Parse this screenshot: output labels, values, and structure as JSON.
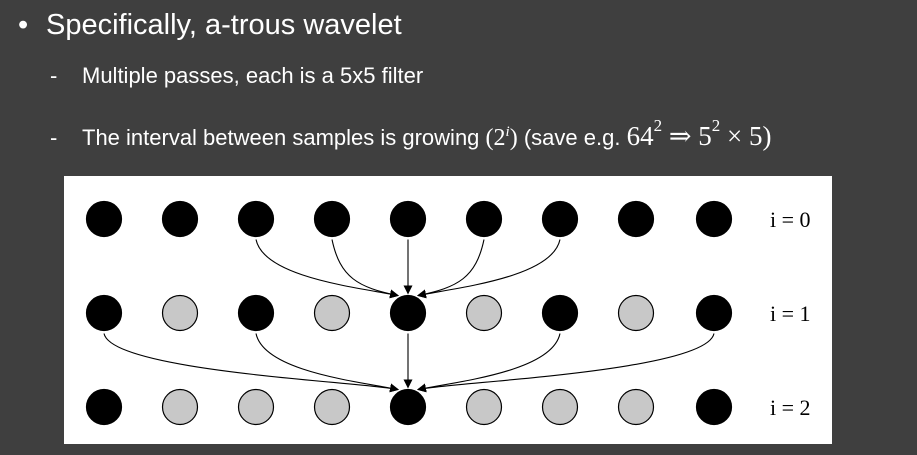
{
  "bullets": {
    "main": "Specifically, a-trous wavelet",
    "marker_main": "•",
    "marker_sub": "-",
    "sub1": "Multiple passes, each is a 5x5 filter",
    "sub2_text": "The interval between samples is growing",
    "sub2_paren_open": "(2",
    "sub2_paren_sup": "i",
    "sub2_paren_close": ")",
    "sub2_save": "(save e.g.",
    "math_base1": "64",
    "math_exp1": "2",
    "math_arrow": "⇒",
    "math_base2": "5",
    "math_exp2": "2",
    "math_times": "×",
    "math_factor": "5",
    "math_close": ")"
  },
  "diagram": {
    "row_labels": [
      "i = 0",
      "i = 1",
      "i = 2"
    ],
    "rows": [
      [
        "black",
        "black",
        "black",
        "black",
        "black",
        "black",
        "black",
        "black",
        "black"
      ],
      [
        "black",
        "gray",
        "black",
        "gray",
        "black",
        "gray",
        "black",
        "gray",
        "black"
      ],
      [
        "black",
        "gray",
        "gray",
        "gray",
        "black",
        "gray",
        "gray",
        "gray",
        "black"
      ]
    ],
    "arrows": [
      {
        "from_row": 0,
        "from_cols": [
          2,
          3,
          4,
          5,
          6
        ],
        "to_row": 1,
        "to_col": 4
      },
      {
        "from_row": 1,
        "from_cols": [
          0,
          2,
          4,
          6,
          8
        ],
        "to_row": 2,
        "to_col": 4
      }
    ],
    "colors": {
      "black": "#000000",
      "gray": "#c8c8c8",
      "stroke": "#000000"
    }
  }
}
